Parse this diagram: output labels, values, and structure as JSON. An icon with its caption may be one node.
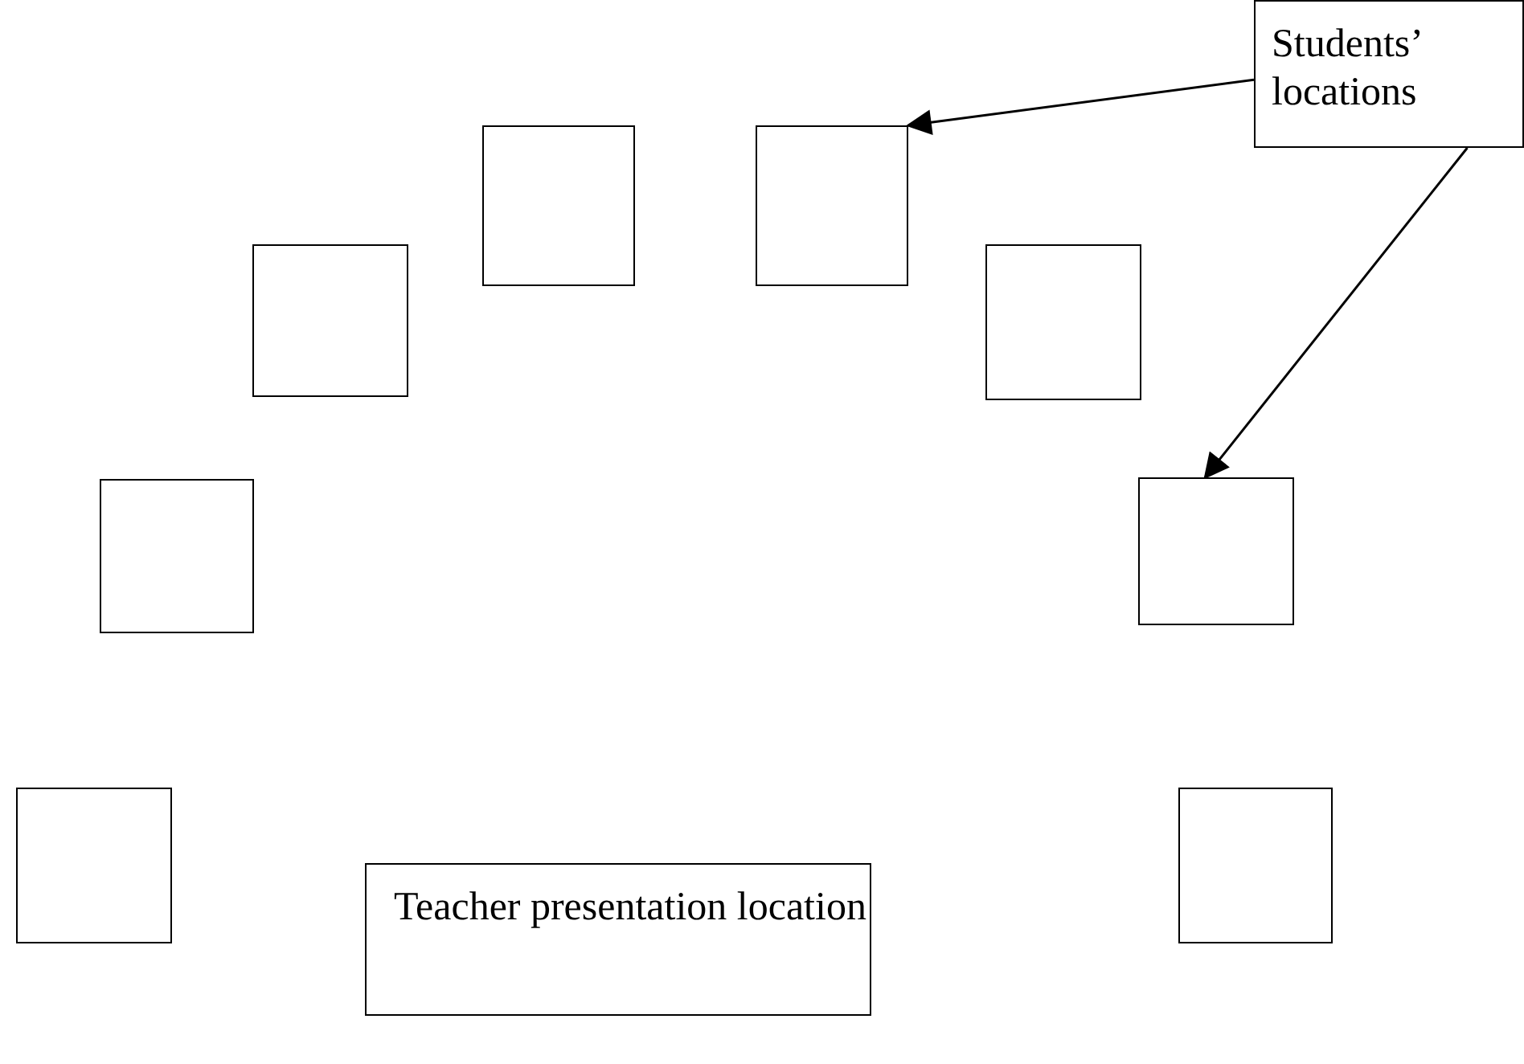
{
  "diagram": {
    "nodes": [
      {
        "text": [
          "Students’ locations"
        ]
      },
      {
        "text": [],
        "shape": "box"
      },
      {
        "text": [],
        "shape": "box"
      },
      {
        "text": [],
        "shape": "box"
      },
      {
        "text": [],
        "shape": "box"
      },
      {
        "text": [],
        "shape": "box"
      },
      {
        "text": [],
        "shape": "box"
      },
      {
        "text": [],
        "shape": "box"
      },
      {
        "text": [],
        "shape": "box"
      },
      {
        "text": [
          "Teacher presentation location"
        ]
      }
    ],
    "edges": [
      {
        "from": 0,
        "to": 2,
        "arrow": "to"
      },
      {
        "from": 0,
        "to": 6,
        "arrow": "to"
      }
    ]
  }
}
